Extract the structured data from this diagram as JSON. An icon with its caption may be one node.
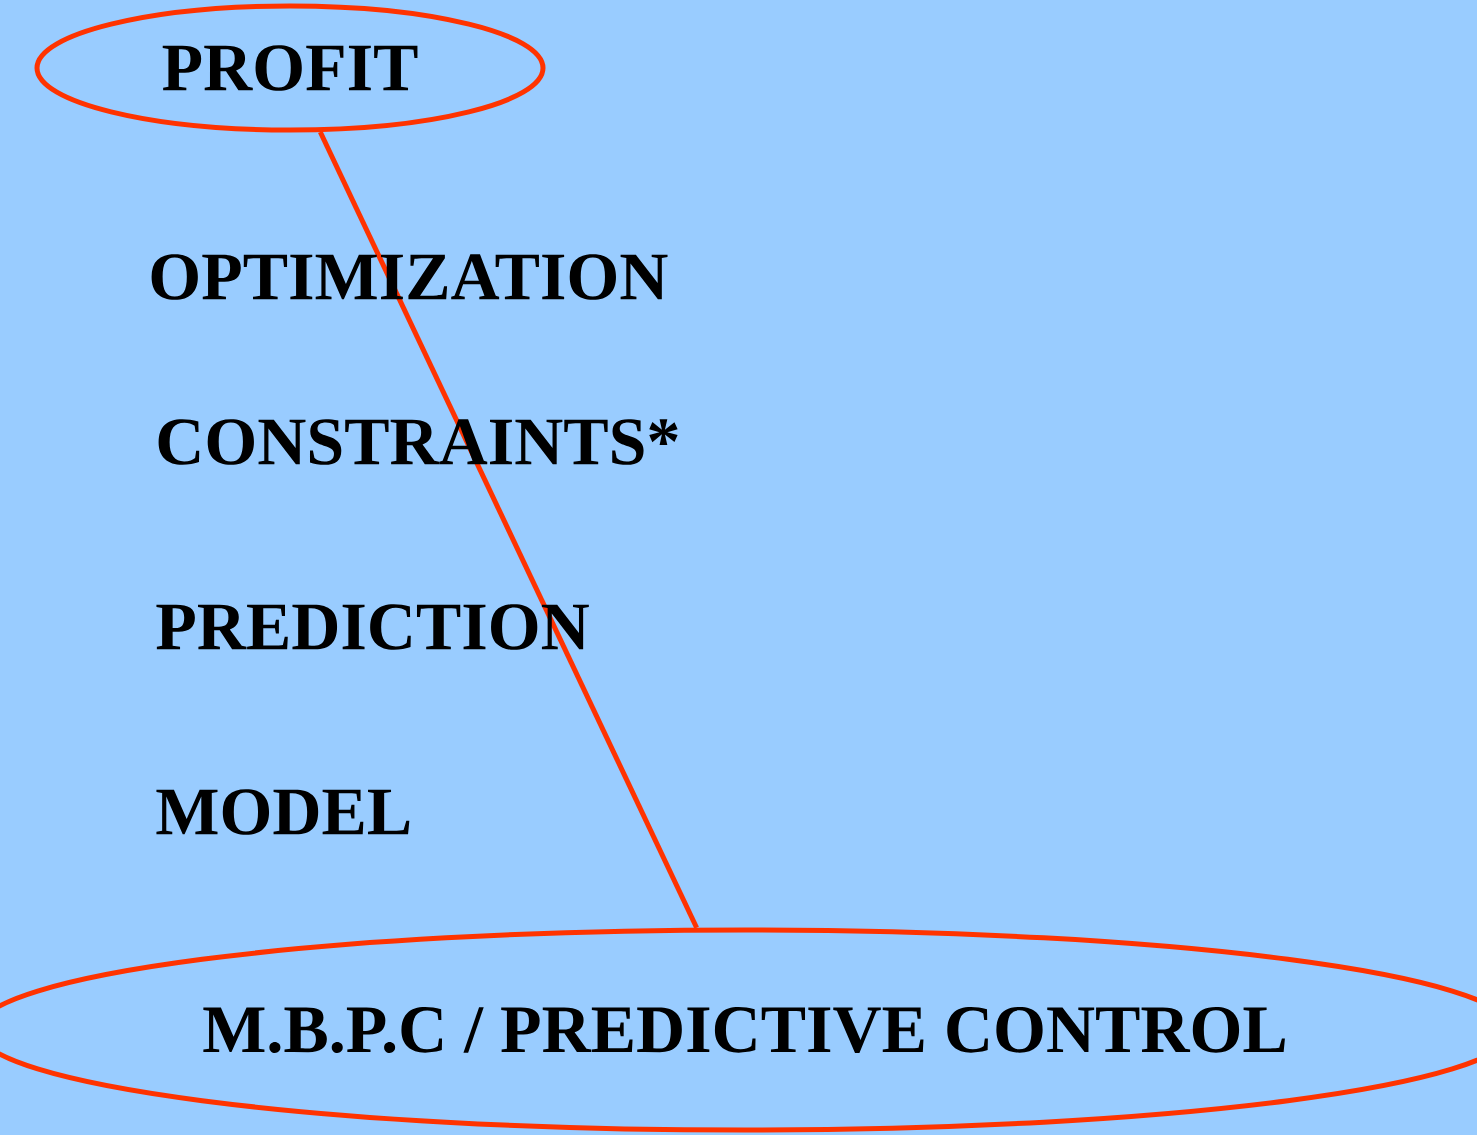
{
  "diagram": {
    "nodes": [
      {
        "text": [
          "PROFIT"
        ]
      },
      {
        "text": [
          "M.B.P.C / PREDICTIVE CONTROL"
        ]
      }
    ],
    "edges": [
      {
        "from": 0,
        "to": 1,
        "arrow": "none"
      }
    ],
    "labels": [
      "OPTIMIZATION",
      "CONSTRAINTS*",
      "PREDICTION",
      "MODEL"
    ]
  }
}
